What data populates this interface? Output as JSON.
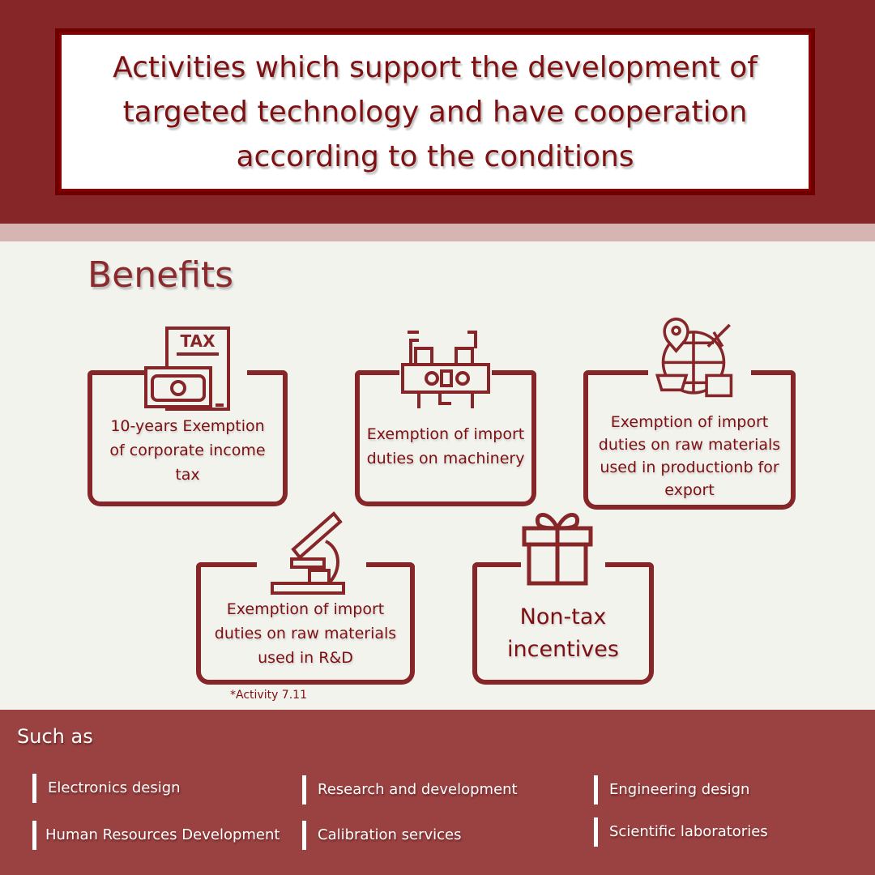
{
  "header": {
    "title": "Activities which support the development of targeted technology and have cooperation according to the conditions"
  },
  "benefits": {
    "heading": "Benefits",
    "cards": [
      {
        "icon": "tax-money-icon",
        "label": "10-years Exemption of corporate income tax",
        "icon_text": "TAX"
      },
      {
        "icon": "machinery-icon",
        "label": "Exemption of import duties on machinery"
      },
      {
        "icon": "global-logistics-icon",
        "label": "Exemption of import duties on raw materials used in productionb for export"
      },
      {
        "icon": "microscope-icon",
        "label": "Exemption of import duties on raw materials used in R&D"
      },
      {
        "icon": "gift-icon",
        "label": "Non-tax incentives"
      }
    ],
    "note": "*Activity  7.11"
  },
  "such_as": {
    "heading": "Such as",
    "items": [
      "Electronics design",
      "Research and development",
      "Engineering design",
      "Human Resources Development",
      "Calibration services",
      "Scientific laboratories"
    ]
  },
  "colors": {
    "primary": "#862628",
    "bottom": "#9a4242",
    "background": "#f3f3ee",
    "stripe": "#d5b4b2"
  }
}
